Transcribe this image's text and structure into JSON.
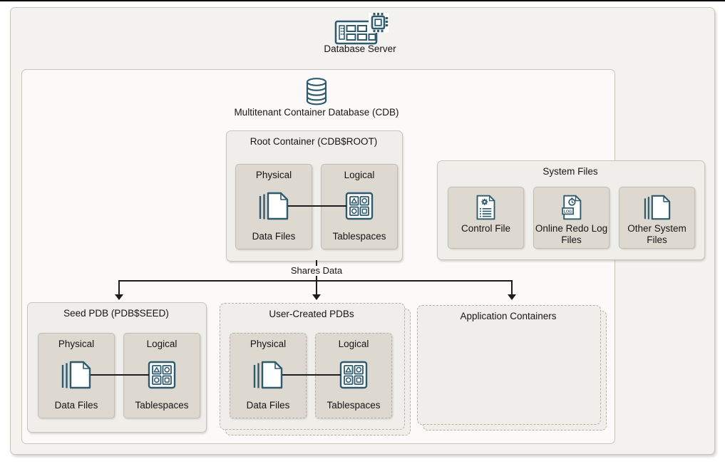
{
  "server": {
    "label": "Database Server"
  },
  "cdb": {
    "label": "Multitenant Container Database (CDB)"
  },
  "root_container": {
    "title": "Root Container (CDB$ROOT)",
    "physical_label": "Physical",
    "physical_item": "Data Files",
    "logical_label": "Logical",
    "logical_item": "Tablespaces"
  },
  "system_files": {
    "title": "System Files",
    "items": [
      {
        "label": "Control File"
      },
      {
        "label": "Online Redo Log Files",
        "log_badge": "LOG"
      },
      {
        "label": "Other System Files"
      }
    ]
  },
  "relationship": {
    "label": "Shares Data"
  },
  "seed_pdb": {
    "title": "Seed PDB (PDB$SEED)",
    "physical_label": "Physical",
    "physical_item": "Data Files",
    "logical_label": "Logical",
    "logical_item": "Tablespaces"
  },
  "user_pdbs": {
    "title": "User-Created PDBs",
    "physical_label": "Physical",
    "physical_item": "Data Files",
    "logical_label": "Logical",
    "logical_item": "Tablespaces"
  },
  "app_containers": {
    "title": "Application Containers"
  },
  "colors": {
    "icon_teal": "#2e5a6e",
    "container_bg": "#f0eeea",
    "item_bg": "#ddd9d1",
    "border": "#c9c5bc",
    "line": "#1c1c1c"
  },
  "icons": [
    "server-icon",
    "database-icon",
    "data-files-icon",
    "tablespaces-icon",
    "control-file-icon",
    "redo-log-icon",
    "other-system-files-icon",
    "arrow-down-icon"
  ]
}
